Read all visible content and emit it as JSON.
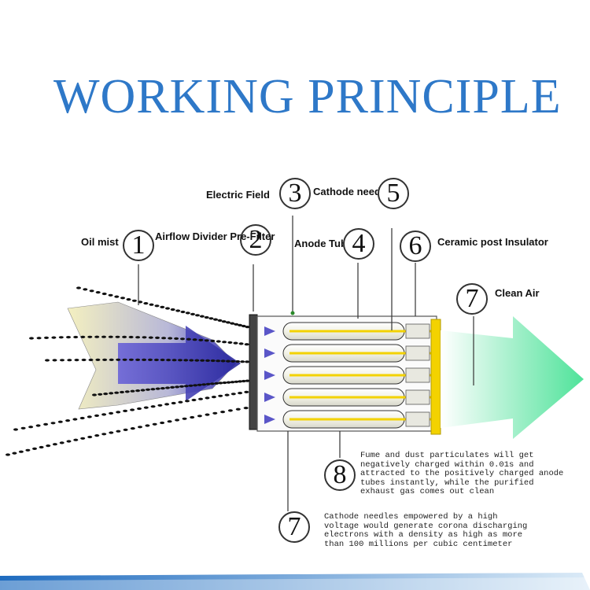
{
  "title": "WORKING PRINCIPLE",
  "labels": {
    "oil_mist": "Oil mist",
    "prefilter": "Airflow Divider Pre-Filter",
    "electric_field": "Electric Field",
    "cathode_needle": "Cathode needle",
    "anode_tube": "Anode Tube",
    "ceramic": "Ceramic post Insulator",
    "clean_air": "Clean Air"
  },
  "numbers": {
    "n1": "1",
    "n2": "2",
    "n3": "3",
    "n5": "5",
    "n4": "4",
    "n6": "6",
    "n7a": "7",
    "n8": "8",
    "n7b": "7"
  },
  "notes": {
    "fume": "Fume and dust particulates will get\nnegatively charged within 0.01s and\nattracted to the positively charged anode\ntubes instantly, while the purified\nexhaust gas comes out clean",
    "cathode": "Cathode needles empowered by a high\nvoltage would generate corona discharging\nelectrons with a density as high as more\nthan 100 millions per cubic centimeter"
  },
  "colors": {
    "title": "#2e78c8",
    "arrow_in": "#4a3fc0",
    "arrow_out": "#5ee6a6",
    "tube": "#f3d200",
    "footer": "#2e78c8"
  }
}
